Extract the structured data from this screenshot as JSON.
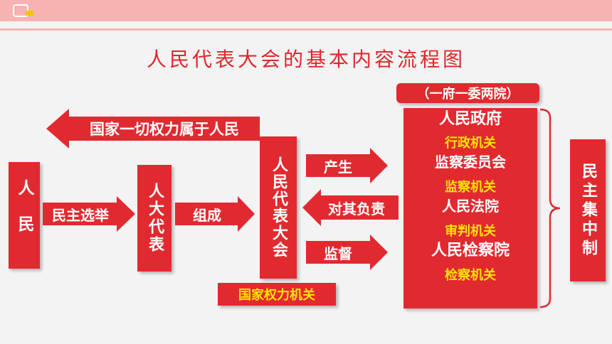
{
  "title": "人民代表大会的基本内容流程图",
  "people": "人民",
  "npc_deputies": "人大代表",
  "npc": "人民代表大会",
  "npc_note": "国家权力机关",
  "arrows": {
    "all_power": "国家一切权力属于人民",
    "election": "民主选举",
    "compose": "组成",
    "produce": "产生",
    "responsible": "对其负责",
    "supervise": "监督"
  },
  "organs_header": "（一府一委两院）",
  "organs": [
    {
      "name": "人民政府",
      "role": "行政机关"
    },
    {
      "name": "监察委员会",
      "role": "监察机关"
    },
    {
      "name": "人民法院",
      "role": "审判机关"
    },
    {
      "name": "人民检察院",
      "role": "检察机关"
    }
  ],
  "principle": "民主集中制",
  "colors": {
    "red": "#e12a30",
    "yellow": "#ffe400",
    "bar": "#f7b2b2"
  }
}
